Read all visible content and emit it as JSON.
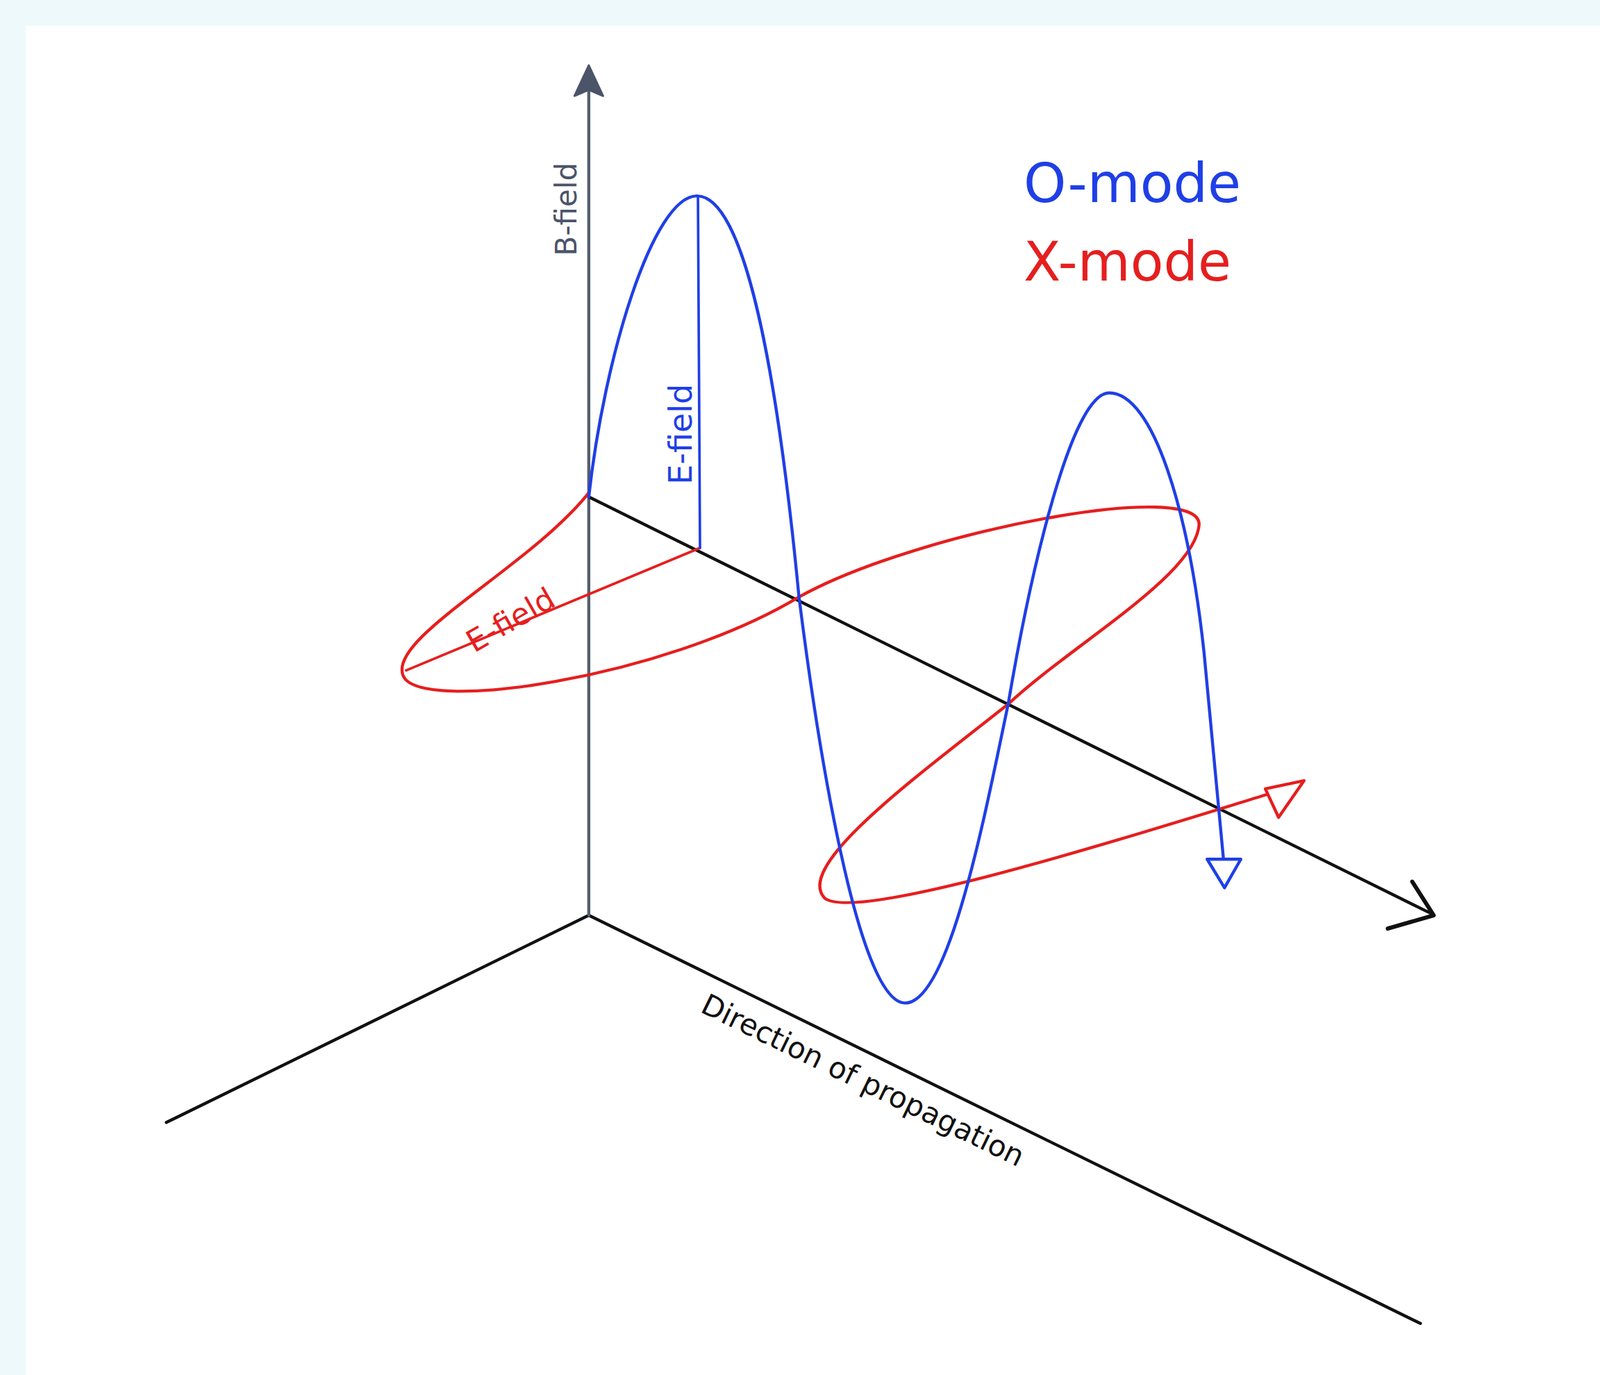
{
  "diagram": {
    "labels": [
      "B-field",
      "E-field",
      "E-field",
      "Direction of propagation"
    ],
    "legend": [
      {
        "text": "O-mode",
        "color": "#1f3fe6"
      },
      {
        "text": "X-mode",
        "color": "#e61e1e"
      }
    ]
  }
}
